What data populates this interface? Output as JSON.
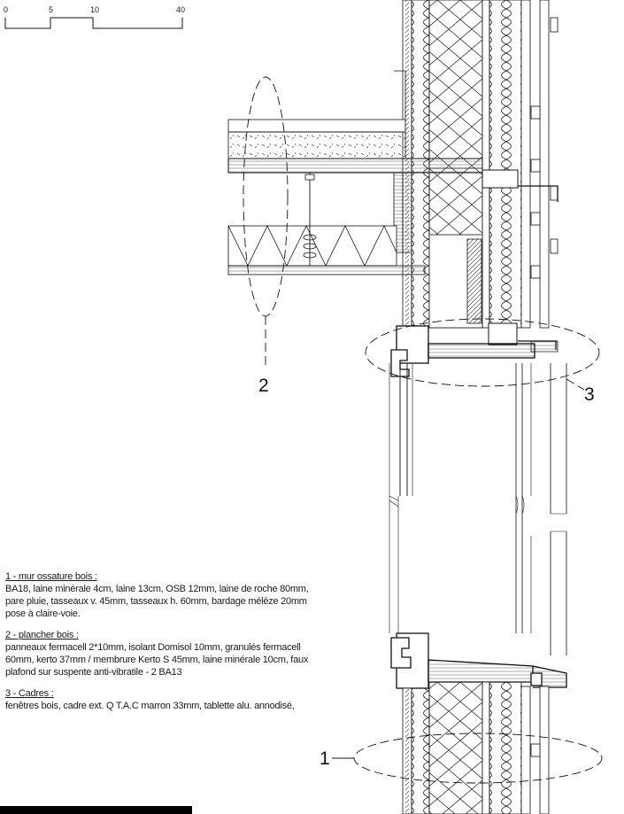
{
  "scale": {
    "ticks": [
      "0",
      "5",
      "10",
      "40"
    ]
  },
  "callouts": [
    {
      "number": "2"
    },
    {
      "number": "3"
    },
    {
      "number": "1"
    }
  ],
  "legend": [
    {
      "title": "1 - mur ossature bois :",
      "text": "BA18, laine minérale 4cm, laine 13cm, OSB 12mm, laine de roche 80mm, pare pluie, tasseaux v. 45mm, tasseaux h. 60mm, bardage mélèze 20mm pose à claire-voie."
    },
    {
      "title": "2 - plancher bois :",
      "text": "panneaux fermacell 2*10mm, isolant Domisol 10mm, granulés fermacell 60mm, kerto 37mm / membrure Kerto S 45mm,  laine minérale 10cm, faux plafond sur suspente anti-vibratile - 2 BA13"
    },
    {
      "title": "3 - Cadres :",
      "text": "fenêtres bois, cadre ext. Q T.A.C marron 33mm, tablette alu. annodisé,"
    }
  ]
}
